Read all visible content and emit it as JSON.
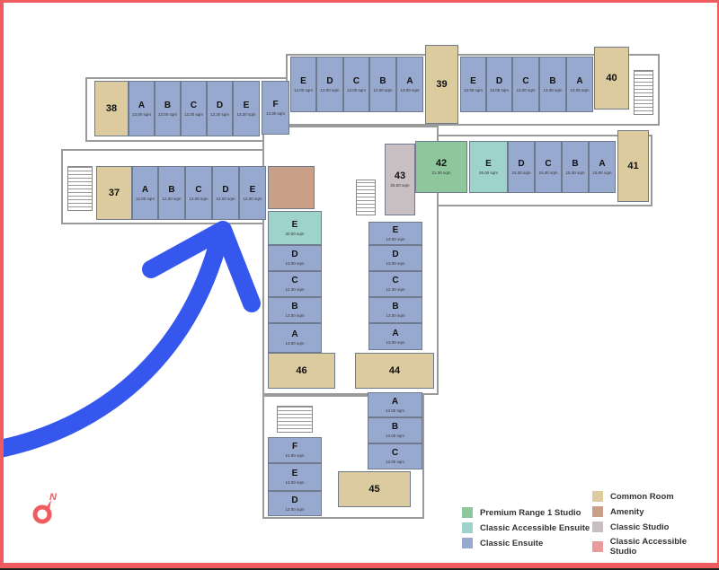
{
  "colors": {
    "premium": "#8ec79c",
    "accessible_ensuite": "#9ed3cb",
    "ensuite": "#98a9cf",
    "common": "#dccb9e",
    "amenity": "#c99f87",
    "studio": "#c8bfc3",
    "accessible_studio": "#e89a9d",
    "arrow": "#3557ee",
    "frame": "#ef5b5f"
  },
  "legend": [
    {
      "key": "premium",
      "label": "Premium Range 1 Studio"
    },
    {
      "key": "accessible_ensuite",
      "label": "Classic Accessible Ensuite"
    },
    {
      "key": "ensuite",
      "label": "Classic Ensuite"
    },
    {
      "key": "common",
      "label": "Common Room"
    },
    {
      "key": "amenity",
      "label": "Amenity"
    },
    {
      "key": "studio",
      "label": "Classic Studio"
    },
    {
      "key": "accessible_studio",
      "label": "Classic Accessible Studio"
    }
  ],
  "logo_text": "N",
  "rooms": [
    {
      "label": "38",
      "type": "common",
      "area": ""
    },
    {
      "label": "A",
      "type": "ensuite",
      "area": "13.00 sqm"
    },
    {
      "label": "B",
      "type": "ensuite",
      "area": "13.00 sqm"
    },
    {
      "label": "C",
      "type": "ensuite",
      "area": "13.30 sqm"
    },
    {
      "label": "D",
      "type": "ensuite",
      "area": "13.30 sqm"
    },
    {
      "label": "E",
      "type": "ensuite",
      "area": "13.30 sqm"
    },
    {
      "label": "F",
      "type": "ensuite",
      "area": "13.30 sqm"
    },
    {
      "label": "37",
      "type": "common",
      "area": ""
    },
    {
      "label": "A",
      "type": "ensuite",
      "area": "12.00 sqm"
    },
    {
      "label": "B",
      "type": "ensuite",
      "area": "12.00 sqm"
    },
    {
      "label": "C",
      "type": "ensuite",
      "area": "12.00 sqm"
    },
    {
      "label": "D",
      "type": "ensuite",
      "area": "12.00 sqm"
    },
    {
      "label": "E",
      "type": "ensuite",
      "area": "12.00 sqm"
    },
    {
      "label": "",
      "type": "amenity",
      "area": ""
    },
    {
      "label": "E",
      "type": "ensuite",
      "area": "13.00 sqm"
    },
    {
      "label": "D",
      "type": "ensuite",
      "area": "12.00 sqm"
    },
    {
      "label": "C",
      "type": "ensuite",
      "area": "13.00 sqm"
    },
    {
      "label": "B",
      "type": "ensuite",
      "area": "12.00 sqm"
    },
    {
      "label": "A",
      "type": "ensuite",
      "area": "13.00 sqm"
    },
    {
      "label": "39",
      "type": "common",
      "area": ""
    },
    {
      "label": "E",
      "type": "ensuite",
      "area": "13.00 sqm"
    },
    {
      "label": "D",
      "type": "ensuite",
      "area": "13.00 sqm"
    },
    {
      "label": "C",
      "type": "ensuite",
      "area": "13.00 sqm"
    },
    {
      "label": "B",
      "type": "ensuite",
      "area": "13.30 sqm"
    },
    {
      "label": "A",
      "type": "ensuite",
      "area": "13.00 sqm"
    },
    {
      "label": "40",
      "type": "common",
      "area": ""
    },
    {
      "label": "43",
      "type": "studio",
      "area": "25.00 sqm"
    },
    {
      "label": "42",
      "type": "premium",
      "area": "21.30 sqm"
    },
    {
      "label": "E",
      "type": "accessible_ensuite",
      "area": "26.00 sqm"
    },
    {
      "label": "D",
      "type": "ensuite",
      "area": "15.30 sqm"
    },
    {
      "label": "C",
      "type": "ensuite",
      "area": "15.30 sqm"
    },
    {
      "label": "B",
      "type": "ensuite",
      "area": "15.30 sqm"
    },
    {
      "label": "A",
      "type": "ensuite",
      "area": "15.00 sqm"
    },
    {
      "label": "41",
      "type": "common",
      "area": ""
    },
    {
      "label": "E",
      "type": "accessible_ensuite",
      "area": "20.00 sqm"
    },
    {
      "label": "D",
      "type": "ensuite",
      "area": "13.00 sqm"
    },
    {
      "label": "C",
      "type": "ensuite",
      "area": "12.30 sqm"
    },
    {
      "label": "B",
      "type": "ensuite",
      "area": "13.00 sqm"
    },
    {
      "label": "A",
      "type": "ensuite",
      "area": "13.00 sqm"
    },
    {
      "label": "46",
      "type": "common",
      "area": ""
    },
    {
      "label": "E",
      "type": "ensuite",
      "area": "13.00 sqm"
    },
    {
      "label": "D",
      "type": "ensuite",
      "area": "13.00 sqm"
    },
    {
      "label": "C",
      "type": "ensuite",
      "area": "12.30 sqm"
    },
    {
      "label": "B",
      "type": "ensuite",
      "area": "13.00 sqm"
    },
    {
      "label": "A",
      "type": "ensuite",
      "area": "13.00 sqm"
    },
    {
      "label": "44",
      "type": "common",
      "area": ""
    },
    {
      "label": "A",
      "type": "ensuite",
      "area": "13.00 sqm"
    },
    {
      "label": "B",
      "type": "ensuite",
      "area": "13.00 sqm"
    },
    {
      "label": "C",
      "type": "ensuite",
      "area": "13.00 sqm"
    },
    {
      "label": "45",
      "type": "common",
      "area": ""
    },
    {
      "label": "F",
      "type": "ensuite",
      "area": "12.00 sqm"
    },
    {
      "label": "E",
      "type": "ensuite",
      "area": "13.00 sqm"
    },
    {
      "label": "D",
      "type": "ensuite",
      "area": "12.00 sqm"
    }
  ]
}
